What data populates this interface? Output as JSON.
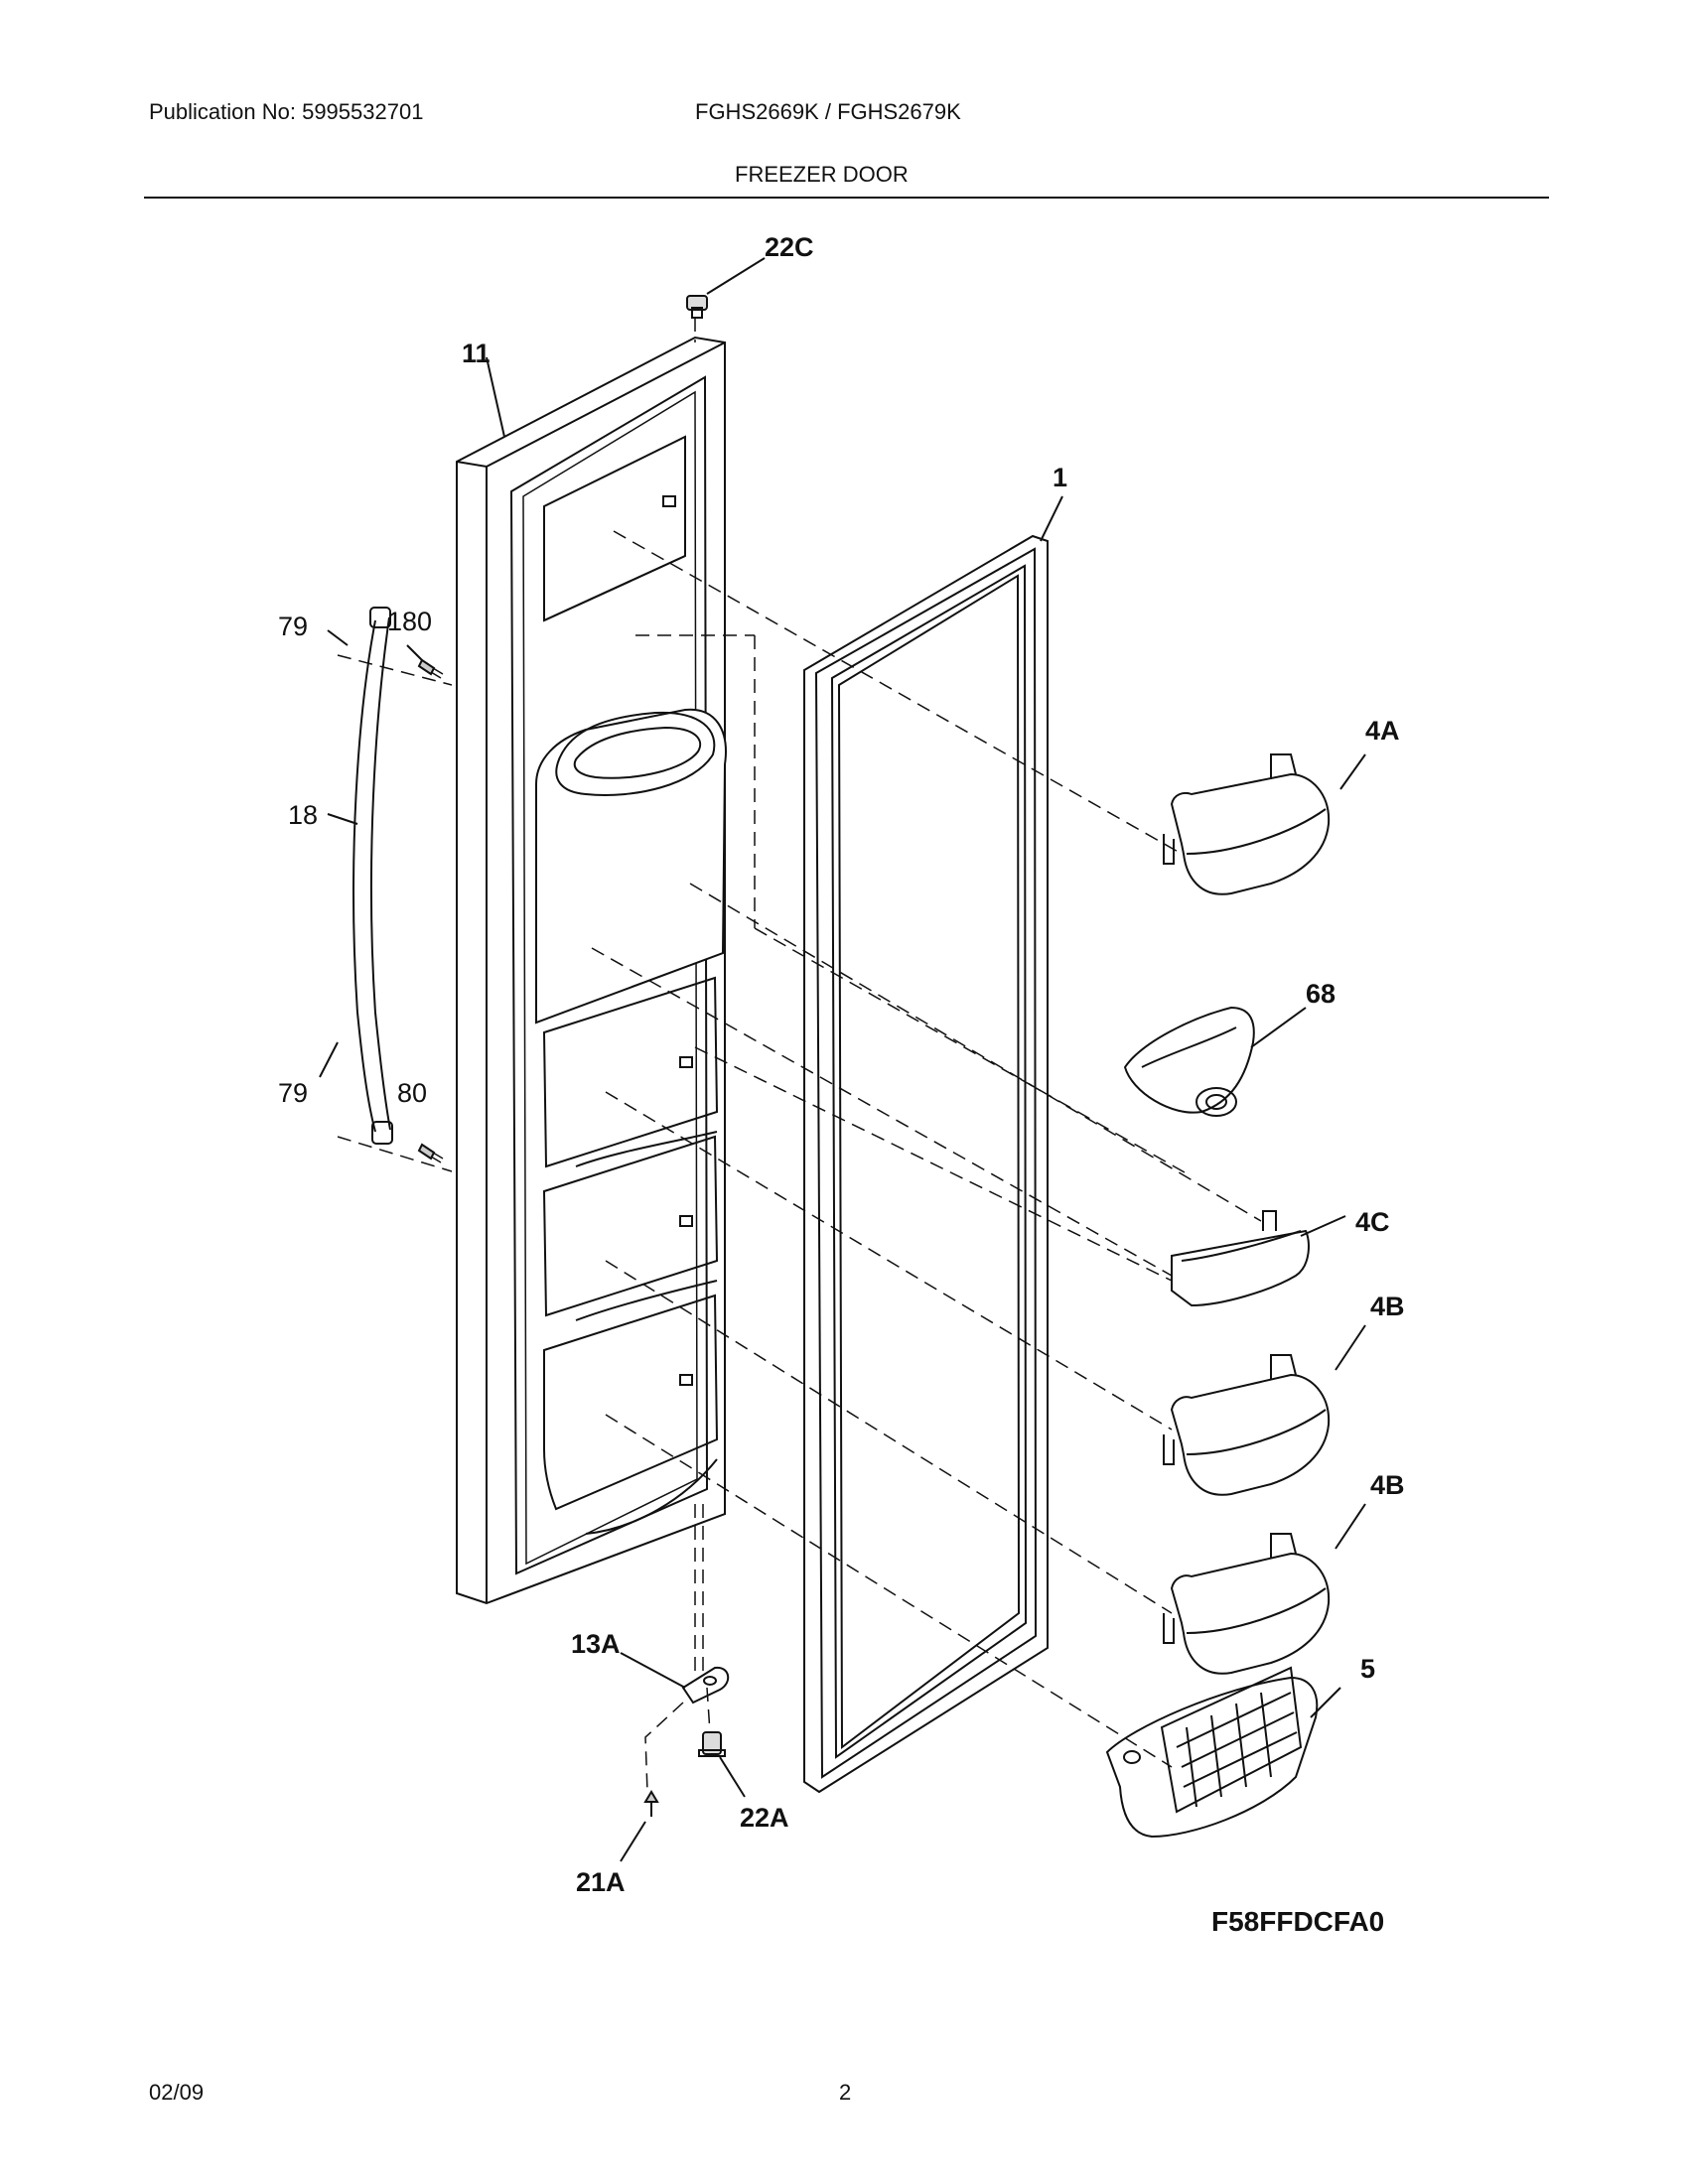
{
  "header": {
    "publication": "Publication No: 5995532701",
    "models": "FGHS2669K / FGHS2679K",
    "section_title": "FREEZER DOOR"
  },
  "callouts": {
    "c22C": "22C",
    "c11": "11",
    "c1": "1",
    "c79a": "79",
    "c180": "180",
    "c18": "18",
    "c79b": "79",
    "c80": "80",
    "c4A": "4A",
    "c68": "68",
    "c4C": "4C",
    "c4Ba": "4B",
    "c4Bb": "4B",
    "c5": "5",
    "c13A": "13A",
    "c22A": "22A",
    "c21A": "21A"
  },
  "diagram_code": "F58FFDCFA0",
  "footer": {
    "date": "02/09",
    "page": "2"
  }
}
